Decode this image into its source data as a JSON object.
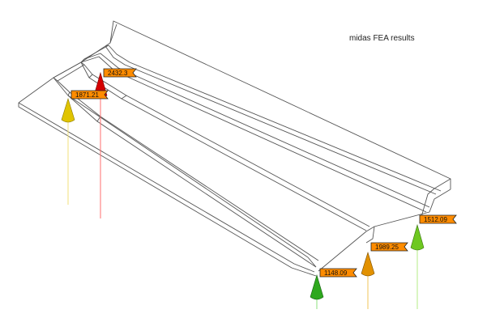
{
  "caption": "midas FEA results",
  "colors": {
    "outline": "#555555",
    "tag_fill": "#ff8c00",
    "tag_stroke": "#222222"
  },
  "reactions": [
    {
      "id": "r-red",
      "label": "2432.3",
      "color": "#d40000",
      "line_color": "#ff6f6f"
    },
    {
      "id": "r-yellow",
      "label": "1871.21",
      "color": "#e0c400",
      "line_color": "#f0e27a"
    },
    {
      "id": "r-green-near",
      "label": "1148.09",
      "color": "#2ea81e",
      "line_color": "#8ee07e"
    },
    {
      "id": "r-orange",
      "label": "1989.25",
      "color": "#e29100",
      "line_color": "#f2c45a"
    },
    {
      "id": "r-green-far",
      "label": "1512.09",
      "color": "#6ec820",
      "line_color": "#b6ec86"
    }
  ]
}
